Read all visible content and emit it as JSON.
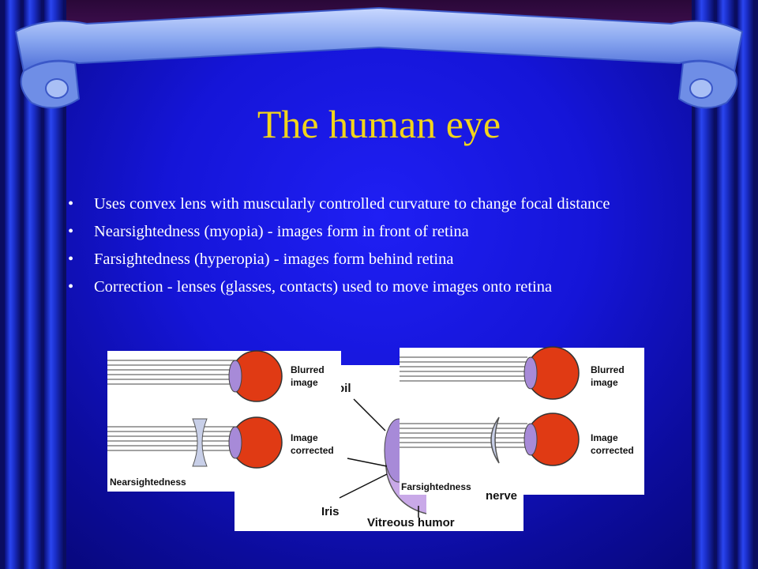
{
  "slide": {
    "title": "The human eye",
    "bullets": [
      "Uses convex lens with muscularly controlled curvature to change focal distance",
      "Nearsightedness (myopia) - images form in front of retina",
      "Farsightedness (hyperopia) - images form behind retina",
      "Correction - lenses (glasses, contacts) used to move images onto retina"
    ],
    "bullet_symbol": "•"
  },
  "figures": {
    "near": {
      "top_label_1": "Blurred",
      "top_label_2": "image",
      "bottom_label_1": "Image",
      "bottom_label_2": "corrected",
      "caption": "Nearsightedness"
    },
    "anatomy": {
      "label_pupil": "oil",
      "label_iris": "Iris",
      "label_vitreous": "Vitreous humor",
      "label_nerve": "nerve"
    },
    "far": {
      "top_label_1": "Blurred",
      "top_label_2": "image",
      "bottom_label_1": "Image",
      "bottom_label_2": "corrected",
      "caption": "Farsightedness"
    }
  },
  "colors": {
    "title": "#f2d51a",
    "background": "#1515d8",
    "curtain": "#1e2fd8",
    "ribbon": "#8aa8f0",
    "frame_top": "#2a0a40",
    "eye_red": "#e03a14",
    "lens_purple": "#a78ad8"
  }
}
